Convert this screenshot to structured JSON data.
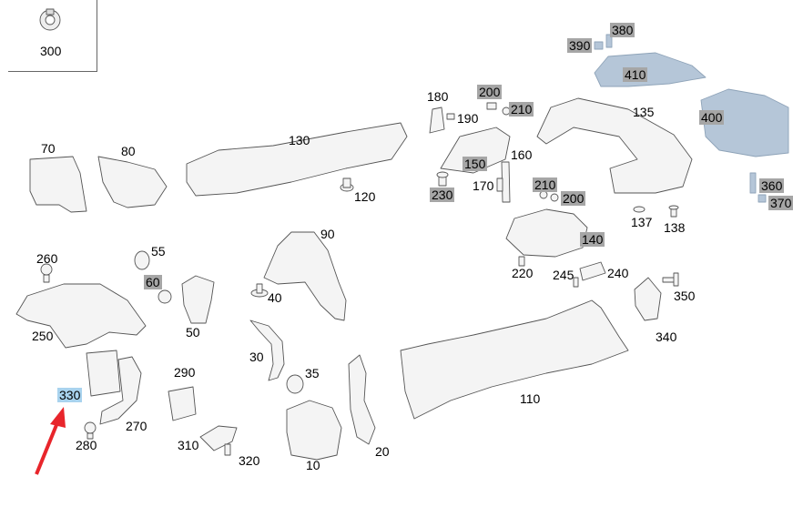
{
  "legend": {
    "label": "300"
  },
  "selected_part": "330",
  "parts": [
    {
      "id": "p70",
      "label": "70",
      "state": "normal"
    },
    {
      "id": "p80",
      "label": "80",
      "state": "normal"
    },
    {
      "id": "p130",
      "label": "130",
      "state": "normal"
    },
    {
      "id": "p120",
      "label": "120",
      "state": "normal"
    },
    {
      "id": "p180",
      "label": "180",
      "state": "normal"
    },
    {
      "id": "p190",
      "label": "190",
      "state": "normal"
    },
    {
      "id": "p200a",
      "label": "200",
      "state": "highlighted"
    },
    {
      "id": "p210a",
      "label": "210",
      "state": "highlighted"
    },
    {
      "id": "p135",
      "label": "135",
      "state": "normal"
    },
    {
      "id": "p380",
      "label": "380",
      "state": "highlighted"
    },
    {
      "id": "p390",
      "label": "390",
      "state": "highlighted"
    },
    {
      "id": "p410",
      "label": "410",
      "state": "highlighted"
    },
    {
      "id": "p400",
      "label": "400",
      "state": "highlighted"
    },
    {
      "id": "p360",
      "label": "360",
      "state": "highlighted"
    },
    {
      "id": "p370",
      "label": "370",
      "state": "highlighted"
    },
    {
      "id": "p150",
      "label": "150",
      "state": "highlighted"
    },
    {
      "id": "p160",
      "label": "160",
      "state": "normal"
    },
    {
      "id": "p170",
      "label": "170",
      "state": "normal"
    },
    {
      "id": "p230",
      "label": "230",
      "state": "highlighted"
    },
    {
      "id": "p210b",
      "label": "210",
      "state": "highlighted"
    },
    {
      "id": "p200b",
      "label": "200",
      "state": "highlighted"
    },
    {
      "id": "p137",
      "label": "137",
      "state": "normal"
    },
    {
      "id": "p138",
      "label": "138",
      "state": "normal"
    },
    {
      "id": "p140",
      "label": "140",
      "state": "highlighted"
    },
    {
      "id": "p220",
      "label": "220",
      "state": "normal"
    },
    {
      "id": "p245",
      "label": "245",
      "state": "normal"
    },
    {
      "id": "p240",
      "label": "240",
      "state": "normal"
    },
    {
      "id": "p350",
      "label": "350",
      "state": "normal"
    },
    {
      "id": "p340",
      "label": "340",
      "state": "normal"
    },
    {
      "id": "p90",
      "label": "90",
      "state": "normal"
    },
    {
      "id": "p260",
      "label": "260",
      "state": "normal"
    },
    {
      "id": "p55",
      "label": "55",
      "state": "normal"
    },
    {
      "id": "p60",
      "label": "60",
      "state": "highlighted"
    },
    {
      "id": "p40",
      "label": "40",
      "state": "normal"
    },
    {
      "id": "p250",
      "label": "250",
      "state": "normal"
    },
    {
      "id": "p50",
      "label": "50",
      "state": "normal"
    },
    {
      "id": "p30",
      "label": "30",
      "state": "normal"
    },
    {
      "id": "p35",
      "label": "35",
      "state": "normal"
    },
    {
      "id": "p110",
      "label": "110",
      "state": "normal"
    },
    {
      "id": "p330",
      "label": "330",
      "state": "selected"
    },
    {
      "id": "p290",
      "label": "290",
      "state": "normal"
    },
    {
      "id": "p270",
      "label": "270",
      "state": "normal"
    },
    {
      "id": "p280",
      "label": "280",
      "state": "normal"
    },
    {
      "id": "p310",
      "label": "310",
      "state": "normal"
    },
    {
      "id": "p320",
      "label": "320",
      "state": "normal"
    },
    {
      "id": "p10",
      "label": "10",
      "state": "normal"
    },
    {
      "id": "p20",
      "label": "20",
      "state": "normal"
    }
  ],
  "colors": {
    "highlight_bg": "#a6a6a6",
    "selected_bg": "#a9d3ee",
    "arrow": "#e8252b",
    "part_stroke": "#555555",
    "part_fill": "#f4f4f4",
    "shaded_part_fill": "#b5c6d8"
  }
}
